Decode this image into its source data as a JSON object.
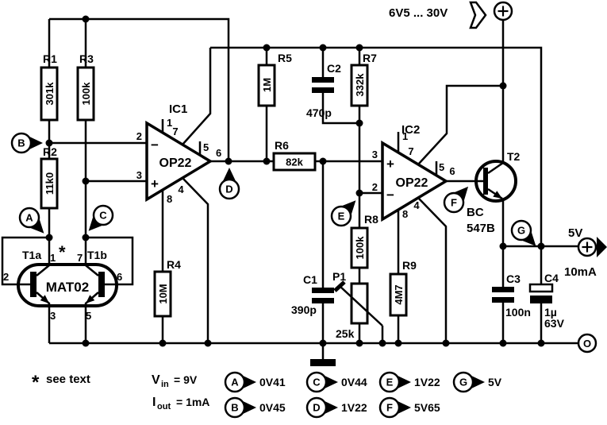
{
  "supply": {
    "range": "6V5 ... 30V",
    "positive_terminal": "+",
    "output_terminal": "+",
    "output_voltage": "5V",
    "output_current": "10mA",
    "zero_terminal": "O"
  },
  "resistors": {
    "r1": {
      "ref": "R1",
      "value": "301k"
    },
    "r2": {
      "ref": "R2",
      "value": "11k0"
    },
    "r3": {
      "ref": "R3",
      "value": "100k"
    },
    "r4": {
      "ref": "R4",
      "value": "10M"
    },
    "r5": {
      "ref": "R5",
      "value": "1M"
    },
    "r6": {
      "ref": "R6",
      "value": "82k"
    },
    "r7": {
      "ref": "R7",
      "value": "332k"
    },
    "r8": {
      "ref": "R8",
      "value": "100k"
    },
    "r9": {
      "ref": "R9",
      "value": "4M7"
    },
    "p1": {
      "ref": "P1",
      "value": "25k"
    }
  },
  "capacitors": {
    "c1": {
      "ref": "C1",
      "value": "390p"
    },
    "c2": {
      "ref": "C2",
      "value": "470p"
    },
    "c3": {
      "ref": "C3",
      "value": "100n"
    },
    "c4": {
      "ref": "C4",
      "value": "1µ",
      "rating": "63V"
    }
  },
  "opamps": {
    "ic1": {
      "ref": "IC1",
      "part": "OP22",
      "pin_inv": "2",
      "pin_noninv": "3",
      "pin_1": "1",
      "pin_7": "7",
      "pin_5": "5",
      "pin_6": "6",
      "pin_8": "8",
      "pin_4": "4",
      "minus": "−",
      "plus": "+"
    },
    "ic2": {
      "ref": "IC2",
      "part": "OP22",
      "pin_inv": "2",
      "pin_noninv": "3",
      "pin_1": "1",
      "pin_7": "7",
      "pin_5": "5",
      "pin_6": "6",
      "pin_8": "8",
      "pin_4": "4",
      "minus": "−",
      "plus": "+"
    }
  },
  "transistors": {
    "t1": {
      "ref_a": "T1a",
      "ref_b": "T1b",
      "part": "MAT02",
      "note_mark": "*",
      "pin_1": "1",
      "pin_2": "2",
      "pin_3": "3",
      "pin_5": "5",
      "pin_6": "6",
      "pin_7": "7"
    },
    "t2": {
      "ref": "T2",
      "part_line1": "BC",
      "part_line2": "547B"
    }
  },
  "markers": {
    "a": "A",
    "b": "B",
    "c": "C",
    "d": "D",
    "e": "E",
    "f": "F",
    "g": "G"
  },
  "legend": {
    "note_mark": "*",
    "note_text": "see text",
    "vin_symbol": "V",
    "vin_subscript": "in",
    "vin_equals": "= 9V",
    "iout_symbol": "I",
    "iout_subscript": "out",
    "iout_equals": "= 1mA",
    "points": [
      {
        "label": "A",
        "value": "0V41"
      },
      {
        "label": "B",
        "value": "0V45"
      },
      {
        "label": "C",
        "value": "0V44"
      },
      {
        "label": "D",
        "value": "1V22"
      },
      {
        "label": "E",
        "value": "1V22"
      },
      {
        "label": "F",
        "value": "5V65"
      },
      {
        "label": "G",
        "value": "5V"
      }
    ]
  }
}
